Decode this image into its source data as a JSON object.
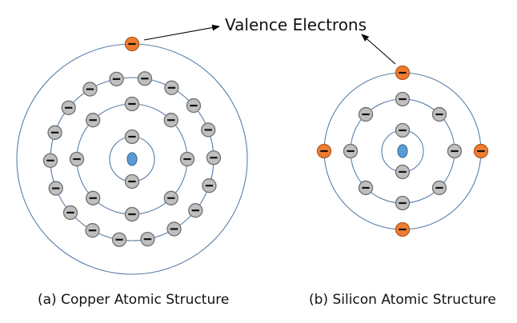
{
  "labels": {
    "valence": "Valence Electrons",
    "copper_caption": "(a) Copper Atomic Structure",
    "silicon_caption": "(b) Silicon Atomic Structure"
  },
  "atoms": {
    "copper": {
      "shells": [
        2,
        8,
        18,
        1
      ],
      "valence_electrons": 1
    },
    "silicon": {
      "shells": [
        2,
        8,
        4
      ],
      "valence_electrons": 4
    }
  },
  "colors": {
    "nucleus": "#5b9bd5",
    "inner_electron": "#bfbfbf",
    "valence_electron": "#ed7d31",
    "orbit": "#5a7fa8"
  },
  "icons": {
    "electron": "minus-sign",
    "nucleus": "filled-circle"
  }
}
